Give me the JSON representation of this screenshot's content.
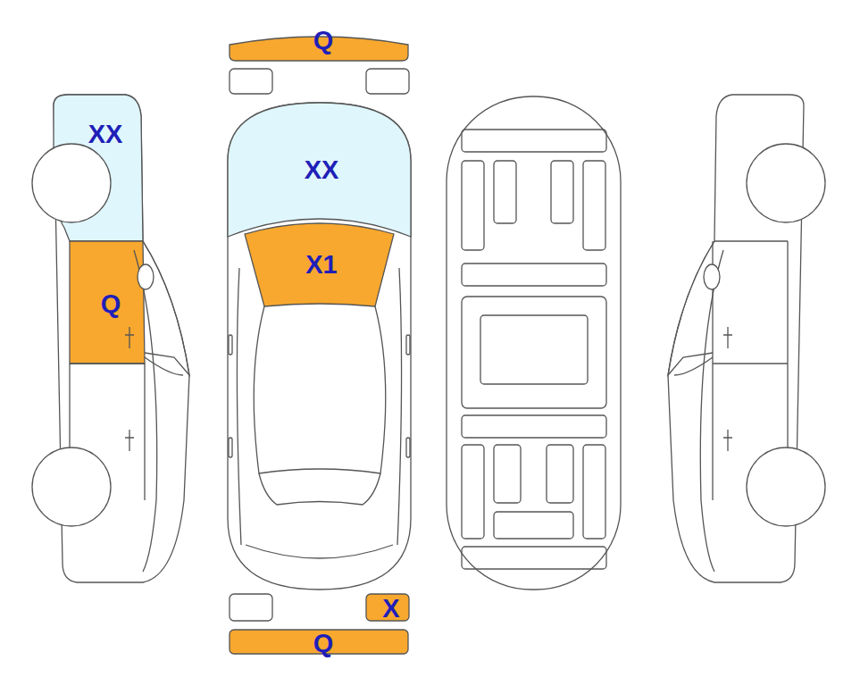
{
  "diagram": {
    "labels": [
      "Q",
      "XX",
      "XX",
      "X1",
      "Q",
      "X",
      "Q"
    ]
  }
}
